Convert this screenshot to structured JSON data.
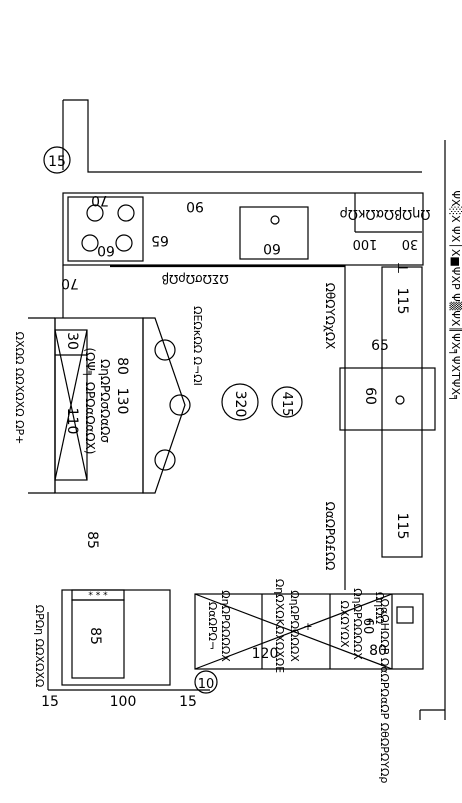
{
  "plan": {
    "right_note": "ΨΧ░Χ ΨΧ│Χ■ΨΧΡ Ψ▒ΨΧ║ΨΧ╕ΨΧΤΨΧ╕",
    "markers": {
      "top_number": "15",
      "bottom_number": "10"
    },
    "cooktop": {
      "w_top": "70",
      "w_inner": "60",
      "d": "65",
      "gap": "90"
    },
    "sink": {
      "w": "60",
      "dist": "100"
    },
    "mixer": {
      "label": "ΩηΩβΩαΩκΩρ",
      "d": "30"
    },
    "dairy_label": "ΩΣΩσΩρΩβ",
    "fleischig_label": "ΩθΩΥΩχΩΧ",
    "milky_label": "ΩαΩΡΩ£ΩΩ",
    "left_dim": "70",
    "counter": {
      "top_dim": "115",
      "sink_w": "60",
      "sink_off": "65",
      "bottom_dim": "115",
      "top_mark": "⊥"
    },
    "island": {
      "w": "130",
      "d": "80",
      "depth": "110",
      "overhang": "30",
      "label1": "ΩηΩΡΩσΩαΩσ",
      "label2": "(ΩΨ╕ ΩΡΩαΩαΩΧ)",
      "stools_label": "ΩΕΩκΩΩ Ω¬ΩΙ"
    },
    "circles": {
      "c1": "320",
      "c2": "415"
    },
    "fridge_area": {
      "dim": "85",
      "note": "ΩΧΩΩ ΩΩΧΩΧΩ ΩΡ+"
    },
    "bottom_block": {
      "w": "85",
      "w_outer": "100",
      "side_l": "15",
      "side_r": "15",
      "label": "ΩΡΩη ΩΩΧΩΧΩ ",
      "stars": "* * *"
    },
    "bottom_counter": {
      "c1_l1": "ΩαΩΡΩ¬",
      "c1_l2": "ΩηΩΡΩΩΩΩΧ",
      "c2_l1": "ΩηΩΧΩΚΩΧΩΧΩΕ",
      "c2_l2": "ΩηΩΡΩΩΩΩΧ",
      "c2_l3": "+",
      "c3_l1": "ΩΧΩΥΩΧ",
      "c3_l2": "ΩηΩΡΩΩΩΩΧ",
      "c3_l3": "+",
      "c4": "ΩηΩΩ",
      "c4_d": "60",
      "w": "120",
      "d": "80"
    },
    "oven_label": "ΩαΩΗΩΩΡ ΩαΩΡΩαΩΡ ΩθΩΡΩΥΩρ"
  }
}
